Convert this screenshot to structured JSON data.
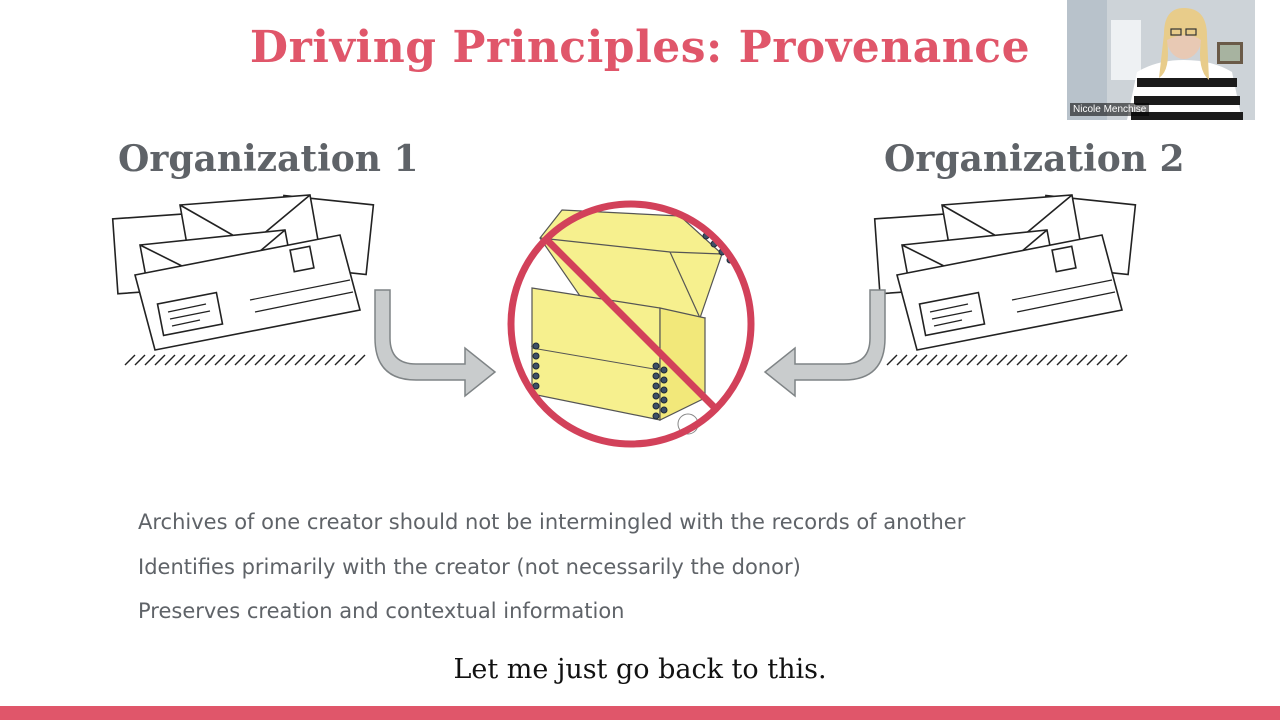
{
  "slide": {
    "title": "Driving Principles: Provenance",
    "left_label": "Organization 1",
    "right_label": "Organization 2",
    "bullets": [
      "Archives of one creator should not be intermingled with the records of another",
      "Identifies primarily with the creator (not necessarily the donor)",
      "Preserves creation and contextual information"
    ]
  },
  "caption": "Let me just go back to this.",
  "webcam": {
    "participant_name": "Nicole Menchise"
  },
  "colors": {
    "accent": "#e0566a",
    "heading_gray": "#5f6368",
    "box_yellow": "#f6f08e",
    "arrow_gray": "#c9cccd",
    "prohibit_red": "#d2415a"
  },
  "icons": [
    "envelope-stack-icon",
    "curved-arrow-icon",
    "prohibited-icon",
    "archive-box-icon"
  ]
}
